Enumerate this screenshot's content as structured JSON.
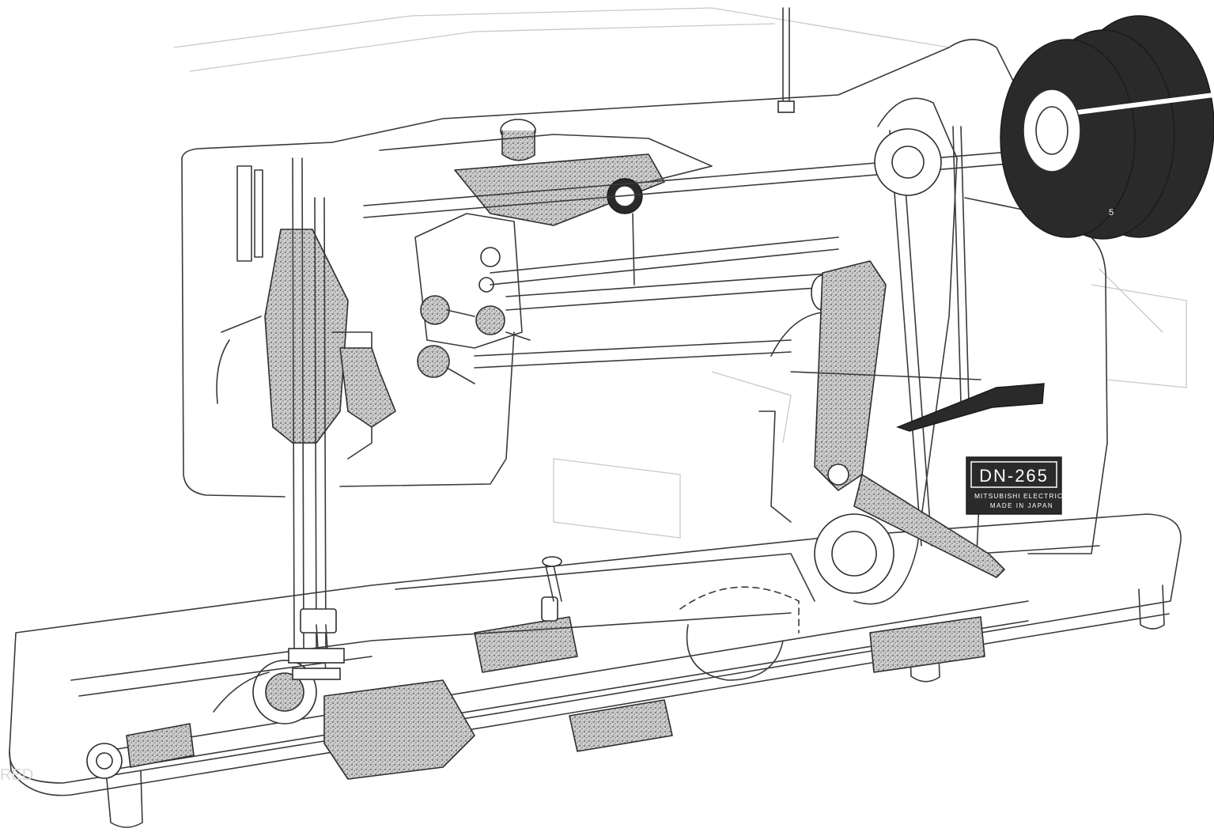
{
  "diagram": {
    "plate": {
      "model": "DN-265",
      "maker": "MITSUBISHI ELECTRIC",
      "origin": "MADE IN JAPAN"
    },
    "pulley_mark": "5",
    "edge_text": "RED"
  }
}
